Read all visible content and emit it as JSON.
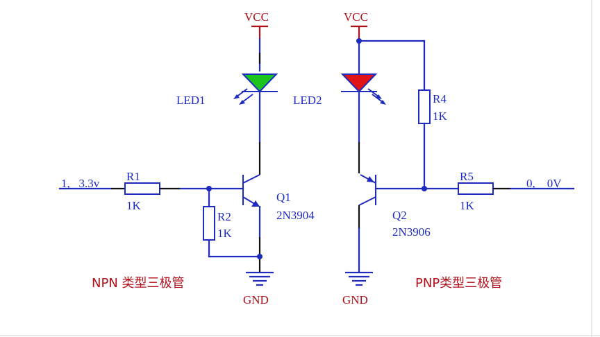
{
  "left": {
    "vcc": "VCC",
    "led": "LED1",
    "led_color": "#1ec41e",
    "input": "1,   3.3v",
    "r1_name": "R1",
    "r1_value": "1K",
    "r2_name": "R2",
    "r2_value": "1K",
    "q_name": "Q1",
    "q_part": "2N3904",
    "gnd": "GND",
    "caption": "NPN 类型三极管"
  },
  "right": {
    "vcc": "VCC",
    "led": "LED2",
    "led_color": "#e01414",
    "r4_name": "R4",
    "r4_value": "1K",
    "r5_name": "R5",
    "r5_value": "1K",
    "input": "0,    0V",
    "q_name": "Q2",
    "q_part": "2N3906",
    "gnd": "GND",
    "caption": "PNP类型三极管"
  },
  "colors": {
    "wire": "#1f2bbf",
    "power": "#b0101a",
    "text_blue": "#1f2bbf",
    "text_red": "#b0101a"
  }
}
